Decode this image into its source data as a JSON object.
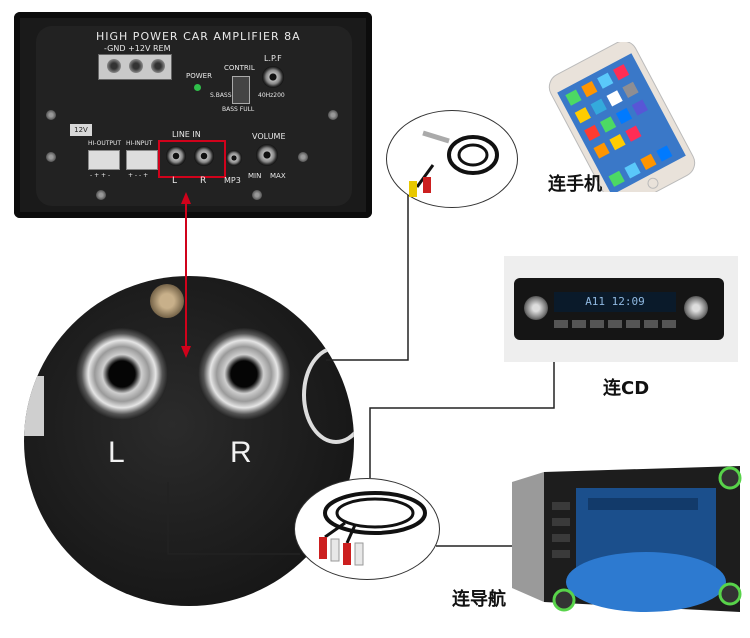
{
  "amplifier": {
    "title": "HIGH POWER CAR AMPLIFIER 8A",
    "terminals": "-GND  +12V  REM",
    "power_label": "POWER",
    "control_label": "CONTRIL",
    "sbass_label": "S.BASS",
    "bass_full_label": "BASS FULL",
    "lpf_label": "L.P.F",
    "lpf_range": "40Hz200",
    "voltage_badge": "12V",
    "hi_output": "HI-OUTPUT",
    "hi_input": "HI-INPUT",
    "hi_output_polarity": "- + + -",
    "hi_input_polarity": "+ - - +",
    "line_in": "LINE IN",
    "l": "L",
    "r": "R",
    "mp3": "MP3",
    "volume": "VOLUME",
    "min": "MIN",
    "max": "MAX"
  },
  "zoom": {
    "left_label": "L",
    "right_label": "R"
  },
  "captions": {
    "phone": "连手机",
    "cd": "连CD",
    "nav": "连导航"
  },
  "colors": {
    "highlight": "#d0021b",
    "line": "#222222"
  }
}
